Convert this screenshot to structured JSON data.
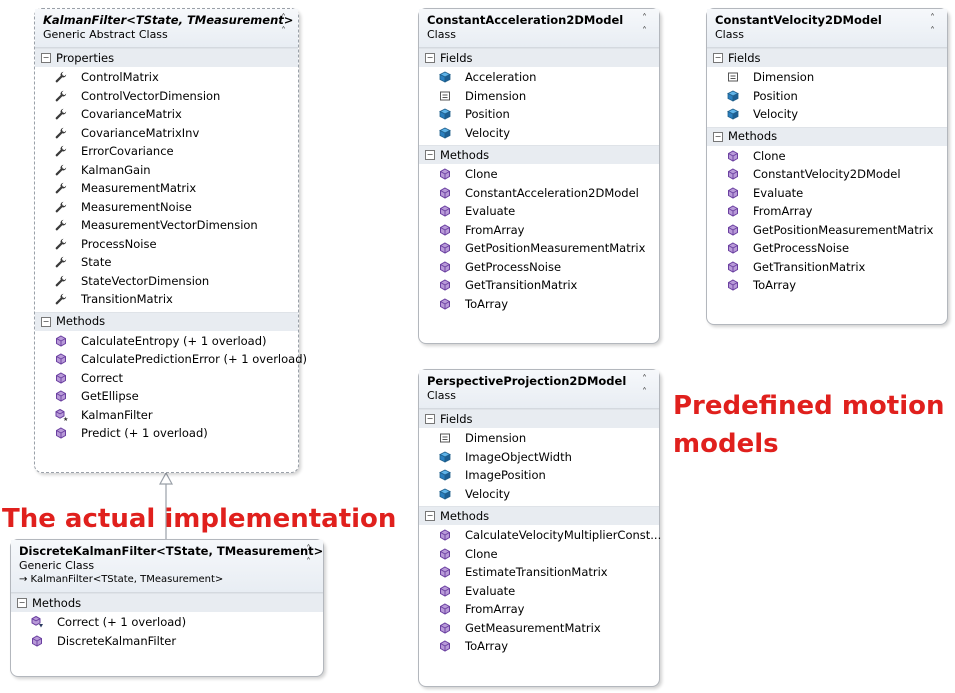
{
  "colors": {
    "annotation": "#e0201d",
    "header": "#e8edf3",
    "section": "#e8ecf1"
  },
  "kalman": {
    "name": "KalmanFilter<TState, TMeasurement>",
    "kind": "Generic Abstract Class",
    "properties_label": "Properties",
    "properties": [
      "ControlMatrix",
      "ControlVectorDimension",
      "CovarianceMatrix",
      "CovarianceMatrixInv",
      "ErrorCovariance",
      "KalmanGain",
      "MeasurementMatrix",
      "MeasurementNoise",
      "MeasurementVectorDimension",
      "ProcessNoise",
      "State",
      "StateVectorDimension",
      "TransitionMatrix"
    ],
    "methods_label": "Methods",
    "methods": [
      "CalculateEntropy (+ 1 overload)",
      "CalculatePredictionError (+ 1 overload)",
      "Correct",
      "GetEllipse",
      "KalmanFilter",
      "Predict (+ 1 overload)"
    ]
  },
  "discrete": {
    "name": "DiscreteKalmanFilter<TState, TMeasurement>",
    "kind": "Generic Class",
    "base": "→ KalmanFilter<TState, TMeasurement>",
    "methods_label": "Methods",
    "methods": [
      "Correct (+ 1 overload)",
      "DiscreteKalmanFilter"
    ]
  },
  "ca": {
    "name": "ConstantAcceleration2DModel",
    "kind": "Class",
    "fields_label": "Fields",
    "fields": [
      "Acceleration",
      "Dimension",
      "Position",
      "Velocity"
    ],
    "methods_label": "Methods",
    "methods": [
      "Clone",
      "ConstantAcceleration2DModel",
      "Evaluate",
      "FromArray",
      "GetPositionMeasurementMatrix",
      "GetProcessNoise",
      "GetTransitionMatrix",
      "ToArray"
    ]
  },
  "cv": {
    "name": "ConstantVelocity2DModel",
    "kind": "Class",
    "fields_label": "Fields",
    "fields": [
      "Dimension",
      "Position",
      "Velocity"
    ],
    "methods_label": "Methods",
    "methods": [
      "Clone",
      "ConstantVelocity2DModel",
      "Evaluate",
      "FromArray",
      "GetPositionMeasurementMatrix",
      "GetProcessNoise",
      "GetTransitionMatrix",
      "ToArray"
    ]
  },
  "pp": {
    "name": "PerspectiveProjection2DModel",
    "kind": "Class",
    "fields_label": "Fields",
    "fields": [
      "Dimension",
      "ImageObjectWidth",
      "ImagePosition",
      "Velocity"
    ],
    "methods_label": "Methods",
    "methods": [
      "CalculateVelocityMultiplierConst...",
      "Clone",
      "EstimateTransitionMatrix",
      "Evaluate",
      "FromArray",
      "GetMeasurementMatrix",
      "ToArray"
    ]
  },
  "annotations": {
    "implementation": "The actual implementation",
    "predefined_line1": "Predefined motion",
    "predefined_line2": "models"
  },
  "icons": {
    "property": "wrench-icon",
    "method": "method-cube-icon",
    "constructor_override": "override-method-icon",
    "field": "field-icon",
    "constant": "constant-field-icon"
  }
}
